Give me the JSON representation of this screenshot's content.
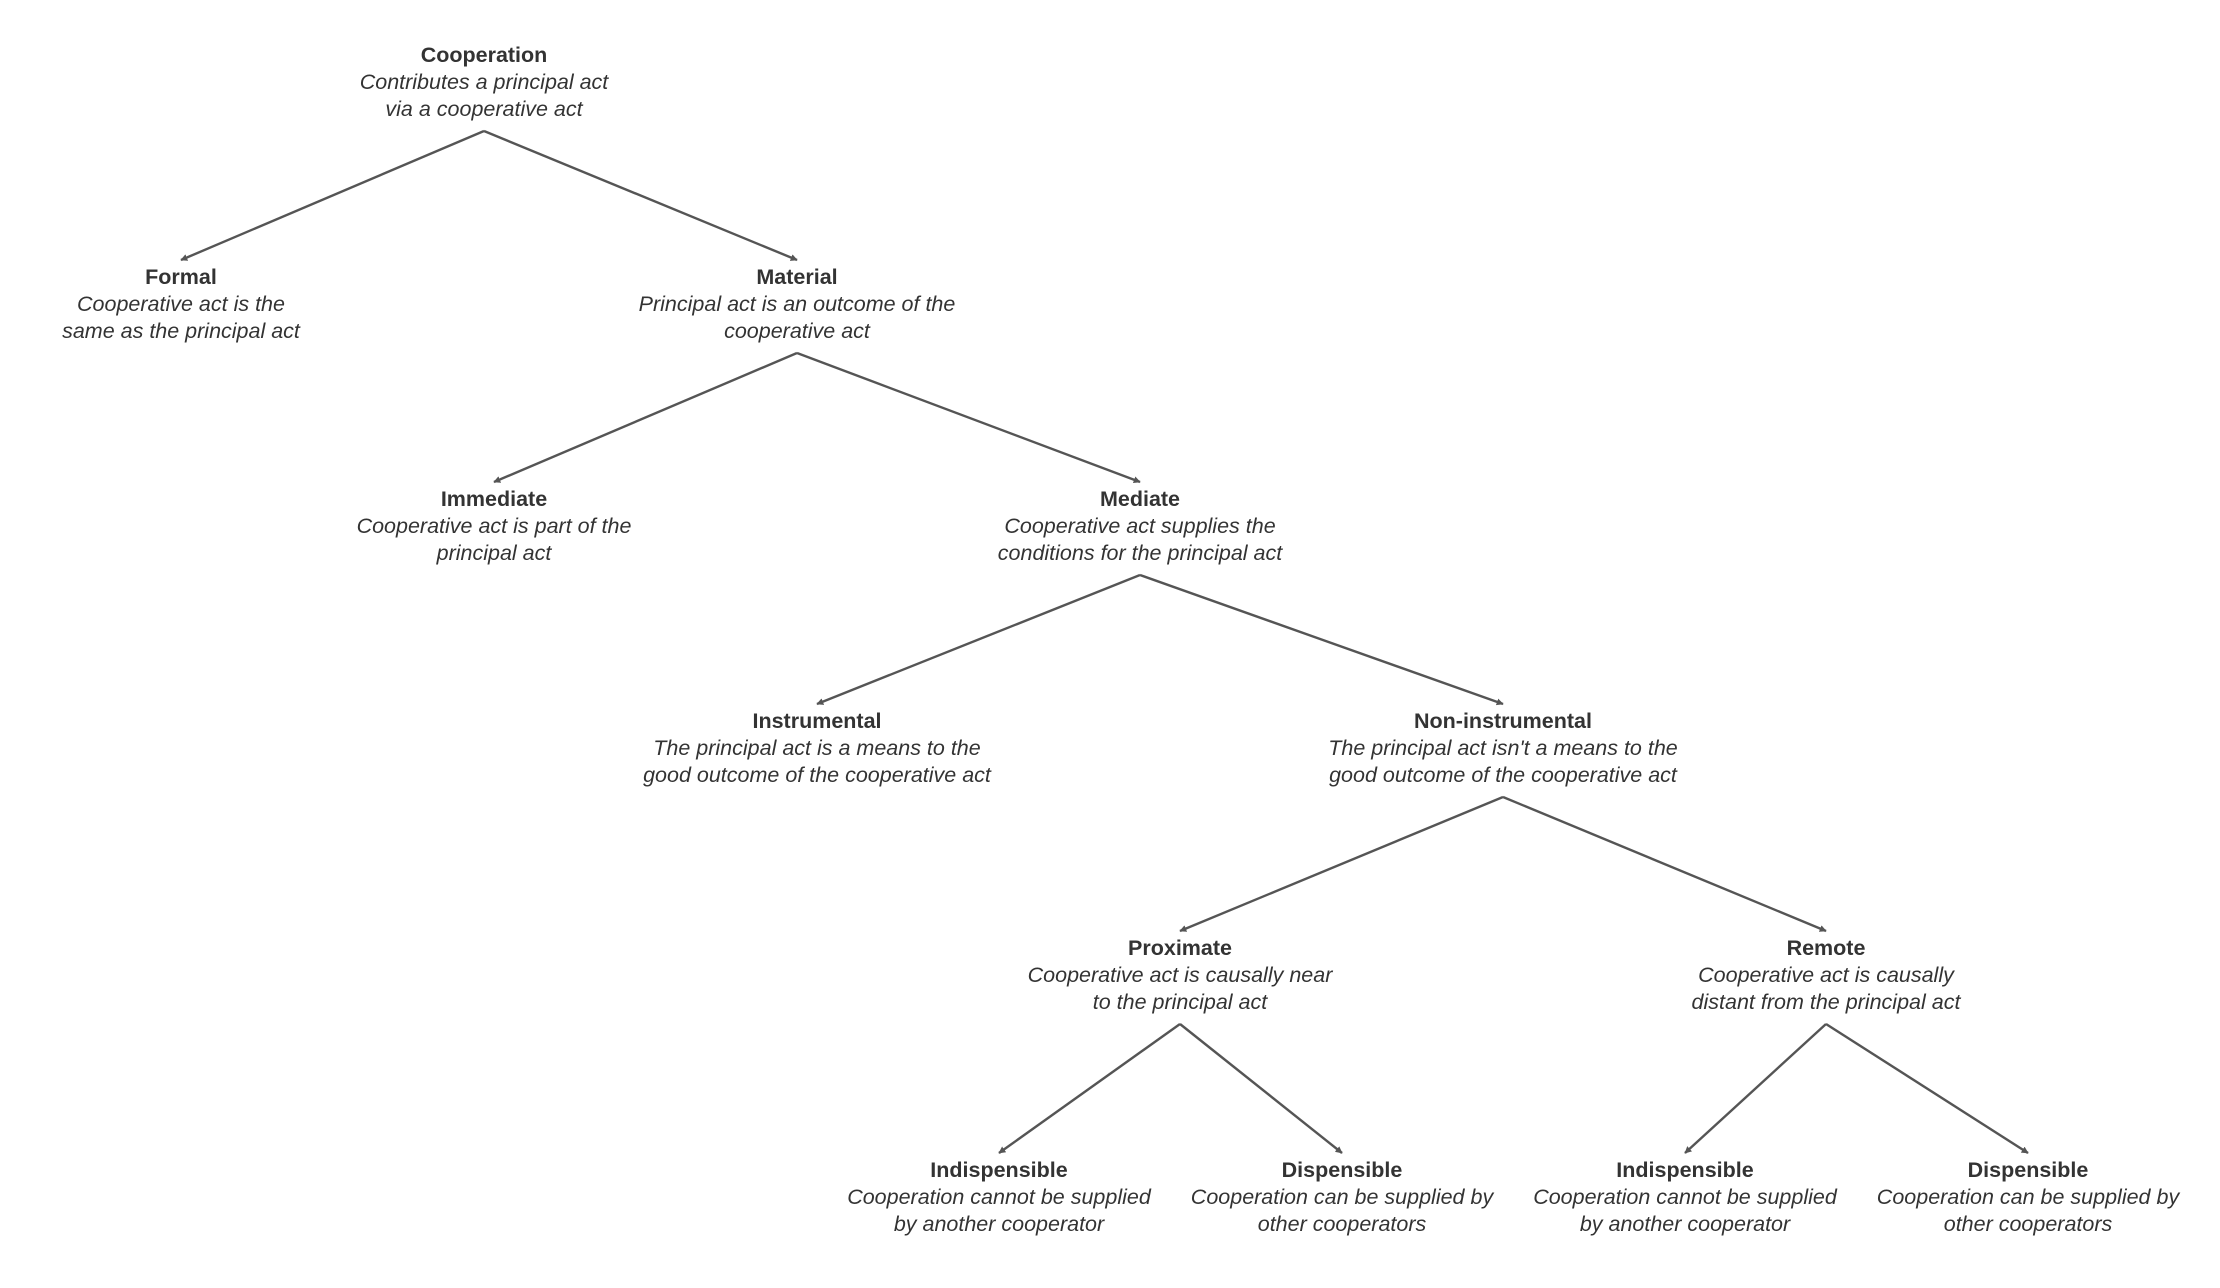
{
  "diagram": {
    "nodes": {
      "cooperation": {
        "title": "Cooperation",
        "desc_lines": [
          "Contributes a principal act",
          "via a cooperative act"
        ]
      },
      "formal": {
        "title": "Formal",
        "desc_lines": [
          "Cooperative act is the",
          "same as the principal act"
        ]
      },
      "material": {
        "title": "Material",
        "desc_lines": [
          "Principal act is an outcome of the",
          "cooperative act"
        ]
      },
      "immediate": {
        "title": "Immediate",
        "desc_lines": [
          "Cooperative act is part of the",
          "principal act"
        ]
      },
      "mediate": {
        "title": "Mediate",
        "desc_lines": [
          "Cooperative act supplies the",
          "conditions for the principal act"
        ]
      },
      "instrumental": {
        "title": "Instrumental",
        "desc_lines": [
          "The principal act is a means to the",
          "good outcome of the cooperative act"
        ]
      },
      "non_instrumental": {
        "title": "Non-instrumental",
        "desc_lines": [
          "The principal act isn't a means to the",
          "good outcome of the cooperative act"
        ]
      },
      "proximate": {
        "title": "Proximate",
        "desc_lines": [
          "Cooperative act is causally near",
          "to the principal act"
        ]
      },
      "remote": {
        "title": "Remote",
        "desc_lines": [
          "Cooperative act is causally",
          "distant from the principal act"
        ]
      },
      "proximate_indispensible": {
        "title": "Indispensible",
        "desc_lines": [
          "Cooperation cannot be supplied",
          "by another cooperator"
        ]
      },
      "proximate_dispensible": {
        "title": "Dispensible",
        "desc_lines": [
          "Cooperation can be supplied by",
          "other cooperators"
        ]
      },
      "remote_indispensible": {
        "title": "Indispensible",
        "desc_lines": [
          "Cooperation cannot be supplied",
          "by another cooperator"
        ]
      },
      "remote_dispensible": {
        "title": "Dispensible",
        "desc_lines": [
          "Cooperation can be supplied by",
          "other cooperators"
        ]
      }
    },
    "edges": [
      {
        "from": "cooperation",
        "to": "formal"
      },
      {
        "from": "cooperation",
        "to": "material"
      },
      {
        "from": "material",
        "to": "immediate"
      },
      {
        "from": "material",
        "to": "mediate"
      },
      {
        "from": "mediate",
        "to": "instrumental"
      },
      {
        "from": "mediate",
        "to": "non_instrumental"
      },
      {
        "from": "non_instrumental",
        "to": "proximate"
      },
      {
        "from": "non_instrumental",
        "to": "remote"
      },
      {
        "from": "proximate",
        "to": "proximate_indispensible"
      },
      {
        "from": "proximate",
        "to": "proximate_dispensible"
      },
      {
        "from": "remote",
        "to": "remote_indispensible"
      },
      {
        "from": "remote",
        "to": "remote_dispensible"
      }
    ],
    "colors": {
      "line": "#555555",
      "text": "#333333",
      "background": "#ffffff"
    }
  }
}
